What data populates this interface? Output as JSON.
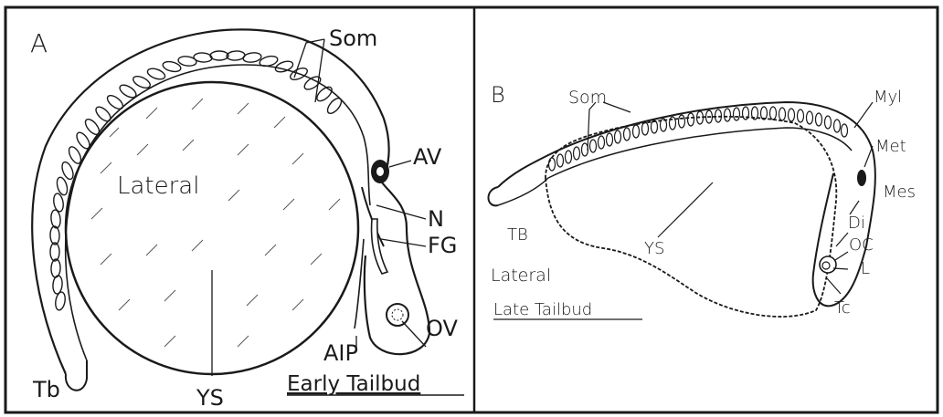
{
  "panels": {
    "a": {
      "letter": "A",
      "view": "Lateral",
      "stage": "Early Tailbud",
      "labels": {
        "som": "Som",
        "av": "AV",
        "n": "N",
        "fg": "FG",
        "ov": "OV",
        "aip": "AIP",
        "ys": "YS",
        "tb": "Tb"
      }
    },
    "b": {
      "letter": "B",
      "view": "Lateral",
      "stage": "Late Tailbud",
      "labels": {
        "som": "Som",
        "myl": "Myl",
        "met": "Met",
        "mes": "Mes",
        "di": "Di",
        "oc": "OC",
        "l": "L",
        "tc": "Tc",
        "ys": "YS",
        "tb": "TB"
      }
    }
  },
  "colors": {
    "ink": "#1a1a1a",
    "paper": "#ffffff"
  }
}
